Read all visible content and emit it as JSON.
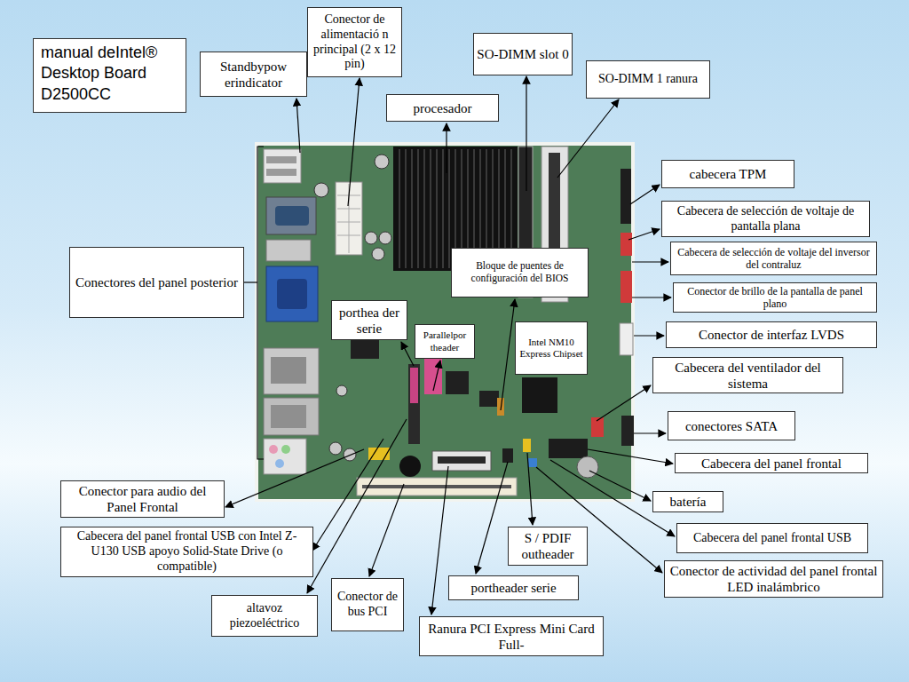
{
  "diagram": {
    "title": "manual deIntel® Desktop Board D2500CC",
    "nodes": [
      {
        "text": [
          "Conector de alimentació n principal (2 x 12 pin)"
        ]
      },
      {
        "text": [
          "SO-DIMM slot 0"
        ]
      },
      {
        "text": [
          "Standbypow erindicator"
        ]
      },
      {
        "text": [
          "SO-DIMM 1 ranura"
        ]
      },
      {
        "text": [
          "procesador"
        ]
      },
      {
        "text": [
          "cabecera TPM"
        ]
      },
      {
        "text": [
          "Cabecera de selección de voltaje de pantalla plana"
        ]
      },
      {
        "text": [
          "Cabecera de selección de voltaje del inversor del contraluz"
        ]
      },
      {
        "text": [
          "Bloque de puentes de configuración del BIOS"
        ]
      },
      {
        "text": [
          "Conectores del panel posterior"
        ]
      },
      {
        "text": [
          "Conector de brillo de la pantalla de panel plano"
        ]
      },
      {
        "text": [
          "porthea der serie"
        ]
      },
      {
        "text": [
          "Parallelpor theader"
        ]
      },
      {
        "text": [
          "Intel NM10 Express Chipset"
        ]
      },
      {
        "text": [
          "Conector de interfaz LVDS"
        ]
      },
      {
        "text": [
          "Cabecera del ventilador del sistema"
        ]
      },
      {
        "text": [
          "conectores SATA"
        ]
      },
      {
        "text": [
          "Cabecera del panel frontal"
        ]
      },
      {
        "text": [
          "Conector para audio del Panel Frontal"
        ]
      },
      {
        "text": [
          "batería"
        ]
      },
      {
        "text": [
          "Cabecera del panel frontal USB con Intel Z-U130 USB apoyo Solid-State Drive (o compatible)"
        ]
      },
      {
        "text": [
          "S / PDIF outheader"
        ]
      },
      {
        "text": [
          "Cabecera del panel frontal USB"
        ]
      },
      {
        "text": [
          "Conector de actividad del panel frontal LED inalámbrico"
        ]
      },
      {
        "text": [
          "Conector de bus PCI"
        ]
      },
      {
        "text": [
          "portheader serie"
        ]
      },
      {
        "text": [
          "altavoz piezoeléctrico"
        ]
      },
      {
        "text": [
          "Ranura PCI Express Mini Card Full-"
        ]
      }
    ]
  }
}
